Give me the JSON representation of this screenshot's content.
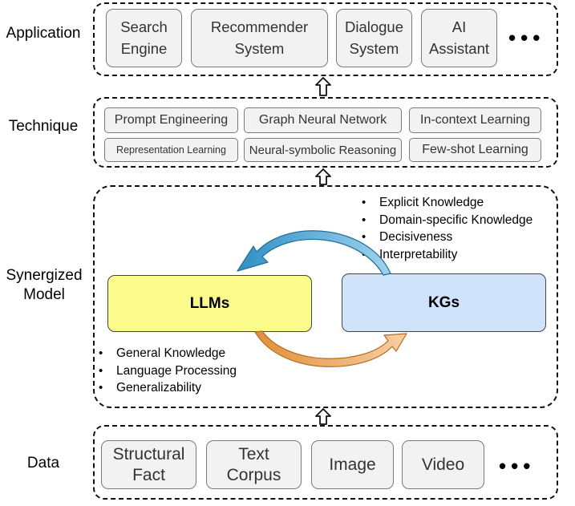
{
  "layers": {
    "application": {
      "label": "Application",
      "items": [
        "Search\nEngine",
        "Recommender\nSystem",
        "Dialogue\nSystem",
        "AI\nAssistant"
      ],
      "more": "•••"
    },
    "technique": {
      "label": "Technique",
      "items": [
        "Prompt Engineering",
        "Graph Neural Network",
        "In-context Learning",
        "Representation Learning",
        "Neural-symbolic Reasoning",
        "Few-shot Learning"
      ]
    },
    "synergized_model": {
      "label": "Synergized\nModel",
      "llms": {
        "label": "LLMs",
        "fill": "#fbfb8c",
        "strengths": [
          "General Knowledge",
          "Language Processing",
          "Generalizability"
        ]
      },
      "kgs": {
        "label": "KGs",
        "fill": "#cfe3fa",
        "strengths": [
          "Explicit Knowledge",
          "Domain-specific Knowledge",
          "Decisiveness",
          "Interpretability"
        ]
      },
      "arrow_colors": {
        "kg_to_llm": "#3d9ec9",
        "llm_to_kg": "#e39a45"
      }
    },
    "data": {
      "label": "Data",
      "items": [
        "Structural\nFact",
        "Text\nCorpus",
        "Image",
        "Video"
      ],
      "more": "•••"
    }
  }
}
